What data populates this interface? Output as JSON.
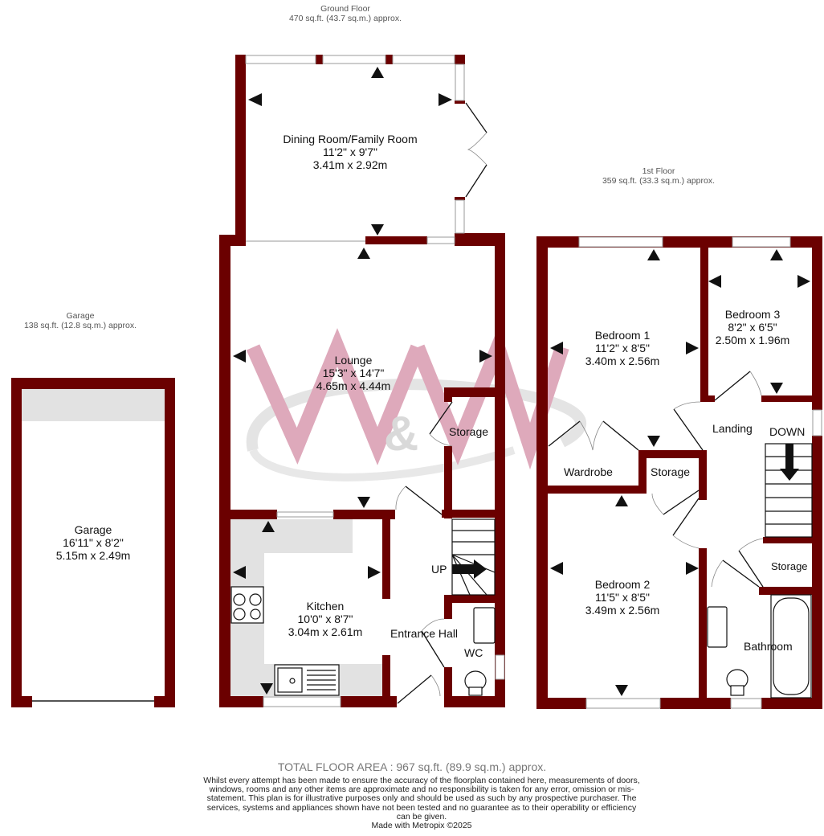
{
  "floors": {
    "ground": {
      "title": "Ground Floor",
      "area": "470 sq.ft. (43.7 sq.m.) approx."
    },
    "first": {
      "title": "1st Floor",
      "area": "359 sq.ft. (33.3 sq.m.) approx."
    },
    "garage": {
      "title": "Garage",
      "area": "138 sq.ft. (12.8 sq.m.) approx."
    }
  },
  "rooms": {
    "dining": {
      "name": "Dining Room/Family Room",
      "imperial": "11'2\"  x 9'7\"",
      "metric": "3.41m  x 2.92m"
    },
    "lounge": {
      "name": "Lounge",
      "imperial": "15'3\"  x 14'7\"",
      "metric": "4.65m  x 4.44m"
    },
    "kitchen": {
      "name": "Kitchen",
      "imperial": "10'0\"  x 8'7\"",
      "metric": "3.04m  x 2.61m"
    },
    "garage": {
      "name": "Garage",
      "imperial": "16'11\"  x 8'2\"",
      "metric": "5.15m  x 2.49m"
    },
    "bedroom1": {
      "name": "Bedroom 1",
      "imperial": "11'2\"  x 8'5\"",
      "metric": "3.40m  x 2.56m"
    },
    "bedroom2": {
      "name": "Bedroom 2",
      "imperial": "11'5\"  x 8'5\"",
      "metric": "3.49m  x 2.56m"
    },
    "bedroom3": {
      "name": "Bedroom 3",
      "imperial": "8'2\"  x 6'5\"",
      "metric": "2.50m  x 1.96m"
    }
  },
  "labels": {
    "storage_ground": "Storage",
    "entrance_hall": "Entrance Hall",
    "wc": "WC",
    "up": "UP",
    "down": "DOWN",
    "landing": "Landing",
    "wardrobe": "Wardrobe",
    "storage_first_a": "Storage",
    "storage_first_b": "Storage",
    "bathroom": "Bathroom"
  },
  "colors": {
    "wall": "#6b0000",
    "watermark_pink": "#d99bb0",
    "watermark_grey": "#d8d8d8",
    "counter": "#e2e2e2"
  },
  "footer": {
    "total": "TOTAL FLOOR AREA : 967 sq.ft. (89.9 sq.m.) approx.",
    "disclaimer": "Whilst every attempt has been made to ensure the accuracy of the floorplan contained here, measurements of doors, windows, rooms and any other items are approximate and no responsibility is taken for any error, omission or mis-statement. This plan is for illustrative purposes only and should be used as such by any prospective purchaser. The services, systems and appliances shown have not been tested and no guarantee as to their operability or efficiency can be given.",
    "credit": "Made with Metropix ©2025"
  }
}
